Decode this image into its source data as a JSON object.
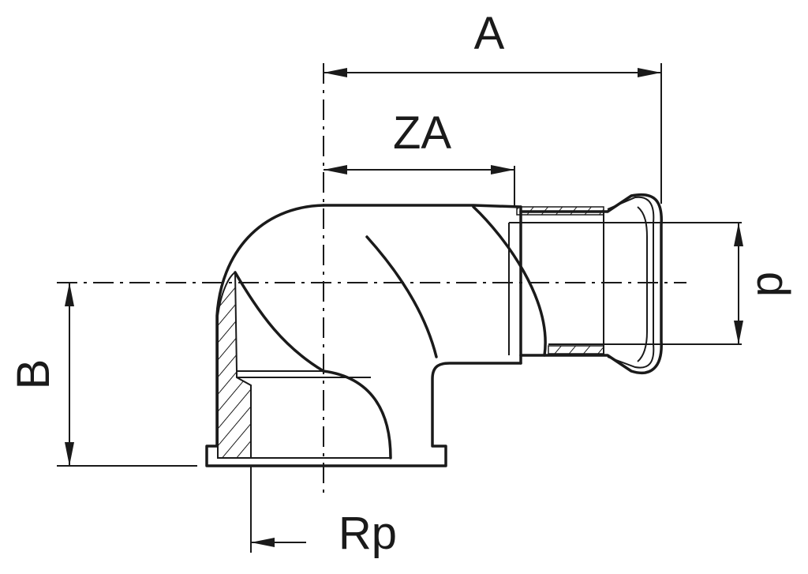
{
  "labels": {
    "dim_a": "A",
    "dim_za": "ZA",
    "dim_b": "B",
    "dim_d": "d",
    "dim_rp": "Rp"
  },
  "colors": {
    "line": "#1a1a1a",
    "background": "#ffffff"
  }
}
